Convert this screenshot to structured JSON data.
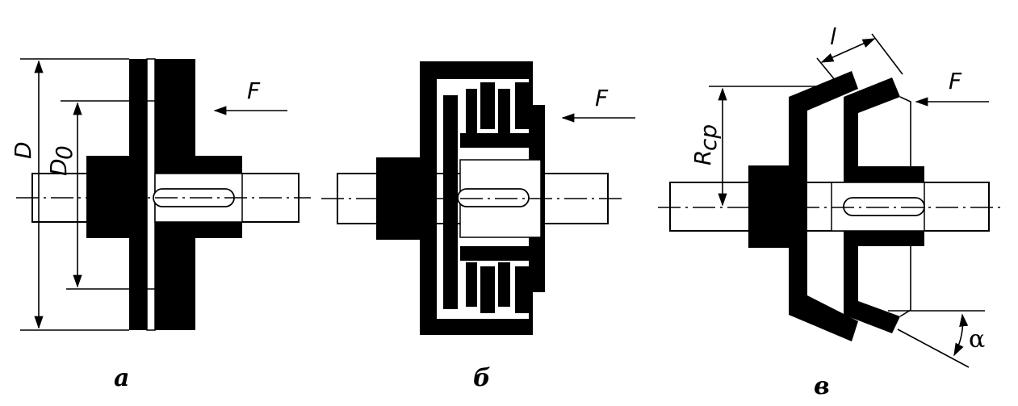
{
  "figures": [
    {
      "caption": "а",
      "labels": {
        "outer_diameter": "D",
        "inner_diameter": "D",
        "inner_sub": "0",
        "force": "F"
      }
    },
    {
      "caption": "б",
      "labels": {
        "force": "F"
      }
    },
    {
      "caption": "в",
      "labels": {
        "radius": "R",
        "radius_sub": "ср",
        "length": "l",
        "force": "F",
        "angle": "α"
      }
    }
  ],
  "colors": {
    "ink": "#000000",
    "paper": "#ffffff"
  }
}
